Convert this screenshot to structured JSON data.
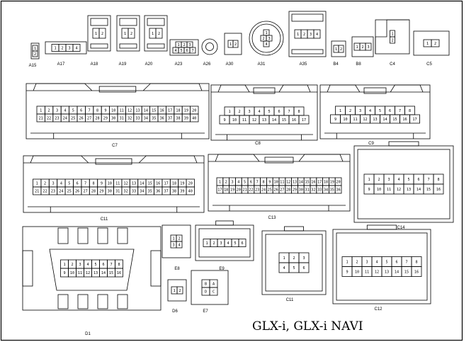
{
  "title": "GLX-i, GLX-i NAVI",
  "connectors": [
    {
      "id": "A15",
      "label": "A15",
      "rows": [
        [
          "1"
        ],
        [
          "2"
        ]
      ]
    },
    {
      "id": "A17",
      "label": "A17",
      "rows": [
        [
          "1",
          "2",
          "3",
          "4"
        ]
      ]
    },
    {
      "id": "A18",
      "label": "A18",
      "rows": [
        [
          "1",
          "2"
        ]
      ]
    },
    {
      "id": "A19",
      "label": "A19",
      "rows": [
        [
          "1",
          "2"
        ]
      ]
    },
    {
      "id": "A20",
      "label": "A20",
      "rows": [
        [
          "1",
          "2"
        ]
      ]
    },
    {
      "id": "A23",
      "label": "A23",
      "rows": [
        [
          "1",
          "2",
          "3"
        ],
        [
          "4",
          "5",
          "6",
          "7"
        ]
      ]
    },
    {
      "id": "A26",
      "label": "A26",
      "rows": []
    },
    {
      "id": "A30",
      "label": "A30",
      "rows": [
        [
          "1",
          "2"
        ]
      ]
    },
    {
      "id": "A31",
      "label": "A31",
      "rows": [
        [
          "1"
        ],
        [
          "2",
          "3"
        ],
        [
          "4"
        ]
      ]
    },
    {
      "id": "A35",
      "label": "A35",
      "rows": [
        [
          "1",
          "2",
          "3",
          "4"
        ]
      ]
    },
    {
      "id": "B4",
      "label": "B4",
      "rows": [
        [
          "1",
          "2"
        ]
      ]
    },
    {
      "id": "B8",
      "label": "B8",
      "rows": [
        [
          "1",
          "2",
          "3"
        ]
      ]
    },
    {
      "id": "C4",
      "label": "C4",
      "rows": [
        [
          "1"
        ],
        [
          "2"
        ]
      ]
    },
    {
      "id": "C5",
      "label": "C5",
      "rows": [
        [
          "1",
          "2"
        ]
      ]
    },
    {
      "id": "C7",
      "label": "C7",
      "rows": [
        [
          "1",
          "2",
          "3",
          "4",
          "5",
          "6",
          "7",
          "8",
          "9",
          "10",
          "11",
          "12",
          "13",
          "14",
          "15",
          "16",
          "17",
          "18",
          "19",
          "20"
        ],
        [
          "21",
          "22",
          "23",
          "24",
          "25",
          "26",
          "27",
          "28",
          "29",
          "30",
          "31",
          "32",
          "33",
          "34",
          "35",
          "36",
          "37",
          "38",
          "39",
          "40"
        ]
      ]
    },
    {
      "id": "C8",
      "label": "C8",
      "rows": [
        [
          "1",
          "2",
          "3",
          "4",
          "5",
          "6",
          "7",
          "8"
        ],
        [
          "9",
          "10",
          "11",
          "12",
          "13",
          "14",
          "15",
          "16",
          "17"
        ]
      ]
    },
    {
      "id": "C9",
      "label": "C9",
      "rows": [
        [
          "1",
          "2",
          "3",
          "4",
          "5",
          "6",
          "7",
          "8"
        ],
        [
          "9",
          "10",
          "11",
          "12",
          "13",
          "14",
          "15",
          "16",
          "17"
        ]
      ]
    },
    {
      "id": "C11",
      "label": "C11",
      "rows": [
        [
          "1",
          "2",
          "3",
          "4",
          "5",
          "6",
          "7",
          "8",
          "9",
          "10",
          "11",
          "12",
          "13",
          "14",
          "15",
          "16",
          "17",
          "18",
          "19",
          "20"
        ],
        [
          "21",
          "22",
          "23",
          "24",
          "25",
          "26",
          "27",
          "28",
          "29",
          "30",
          "31",
          "32",
          "33",
          "34",
          "35",
          "36",
          "37",
          "38",
          "39",
          "40"
        ]
      ]
    },
    {
      "id": "C13",
      "label": "C13",
      "rows": [
        [
          "1",
          "2",
          "3",
          "4",
          "5",
          "6",
          "7",
          "8",
          "9",
          "10",
          "11",
          "12",
          "13",
          "14",
          "15",
          "16",
          "17",
          "18",
          "19",
          "20"
        ],
        [
          "17",
          "18",
          "19",
          "20",
          "21",
          "22",
          "23",
          "24",
          "25",
          "26",
          "27",
          "28",
          "29",
          "30",
          "31",
          "32",
          "33",
          "34",
          "35",
          "36"
        ]
      ]
    },
    {
      "id": "C14",
      "label": "C14",
      "rows": [
        [
          "1",
          "2",
          "3",
          "4",
          "5",
          "6",
          "7",
          "8"
        ],
        [
          "9",
          "10",
          "11",
          "12",
          "13",
          "14",
          "15",
          "16"
        ]
      ]
    },
    {
      "id": "D1",
      "label": "D1",
      "rows": [
        [
          "1",
          "2",
          "3",
          "4",
          "5",
          "6",
          "7",
          "8"
        ],
        [
          "9",
          "10",
          "11",
          "12",
          "13",
          "14",
          "15",
          "16"
        ]
      ]
    },
    {
      "id": "E8",
      "label": "E8",
      "rows": [
        [
          "1",
          "2"
        ],
        [
          "3",
          "4"
        ]
      ]
    },
    {
      "id": "E9",
      "label": "E9",
      "rows": [
        [
          "1",
          "2",
          "3",
          "4",
          "5",
          "6"
        ]
      ]
    },
    {
      "id": "D6",
      "label": "D6",
      "rows": [
        [
          "1",
          "2"
        ]
      ]
    },
    {
      "id": "E7",
      "label": "E7",
      "rows": [
        [
          "B",
          "A"
        ],
        [
          "D",
          "C"
        ]
      ]
    },
    {
      "id": "C11b",
      "label": "C11",
      "rows": [
        [
          "1",
          "2",
          "3"
        ],
        [
          "4",
          "5",
          "6"
        ]
      ]
    },
    {
      "id": "C12",
      "label": "C12",
      "rows": [
        [
          "1",
          "2",
          "3",
          "4",
          "5",
          "6",
          "7",
          "8"
        ],
        [
          "9",
          "10",
          "11",
          "12",
          "13",
          "14",
          "15",
          "16"
        ]
      ]
    }
  ]
}
